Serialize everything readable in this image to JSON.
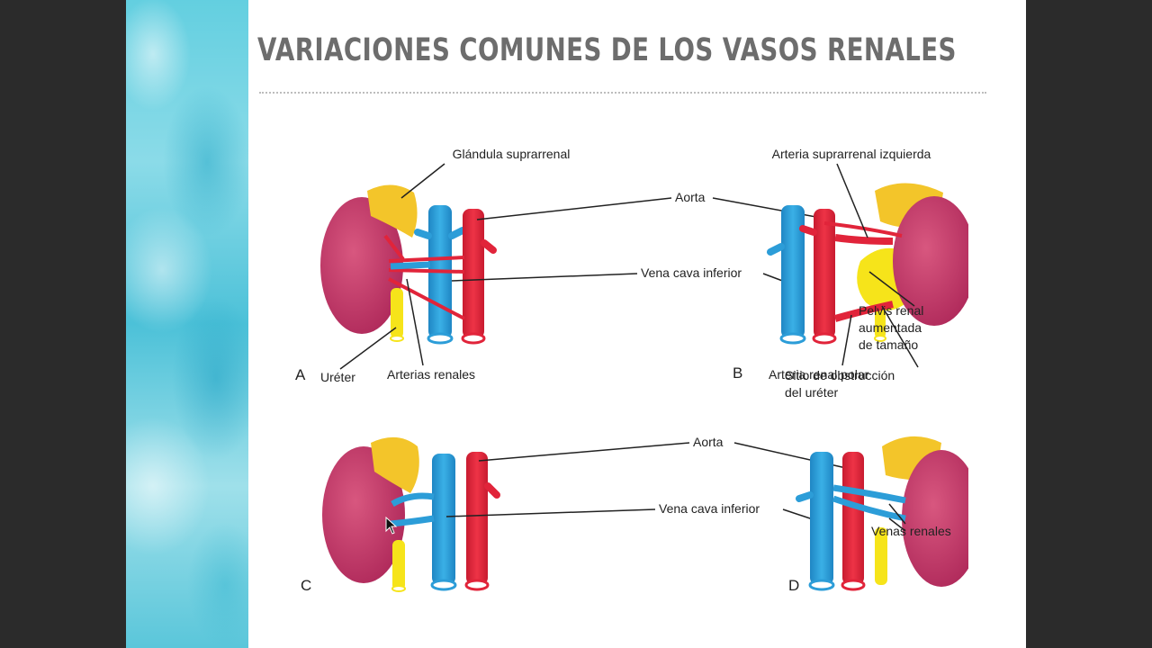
{
  "slide": {
    "title": "VARIACIONES COMUNES DE LOS VASOS RENALES"
  },
  "figure": {
    "panel_a": {
      "letter": "A",
      "labels": {
        "adrenal": "Glándula suprarrenal",
        "ureter": "Uréter",
        "renal_arteries": "Arterias renales"
      }
    },
    "panel_b": {
      "letter": "B",
      "labels": {
        "left_adrenal_artery": "Arteria suprarrenal izquierda",
        "pelvis_line1": "Pelvis renal",
        "pelvis_line2": "aumentada",
        "pelvis_line3": "de tamaño",
        "polar_artery": "Arteria renal polar",
        "obstruction_line1": "Sitio de obstrucción",
        "obstruction_line2": "del uréter"
      }
    },
    "shared_top": {
      "aorta": "Aorta",
      "ivc": "Vena cava inferior"
    },
    "panel_c": {
      "letter": "C"
    },
    "panel_d": {
      "letter": "D",
      "labels": {
        "renal_veins": "Venas renales"
      }
    },
    "shared_bottom": {
      "aorta": "Aorta",
      "ivc": "Vena cava inferior"
    },
    "colors": {
      "kidney": "#c8376a",
      "adrenal": "#f3c52a",
      "ureter": "#f6e41a",
      "vein": "#2c9dd8",
      "artery": "#e1243a"
    }
  }
}
